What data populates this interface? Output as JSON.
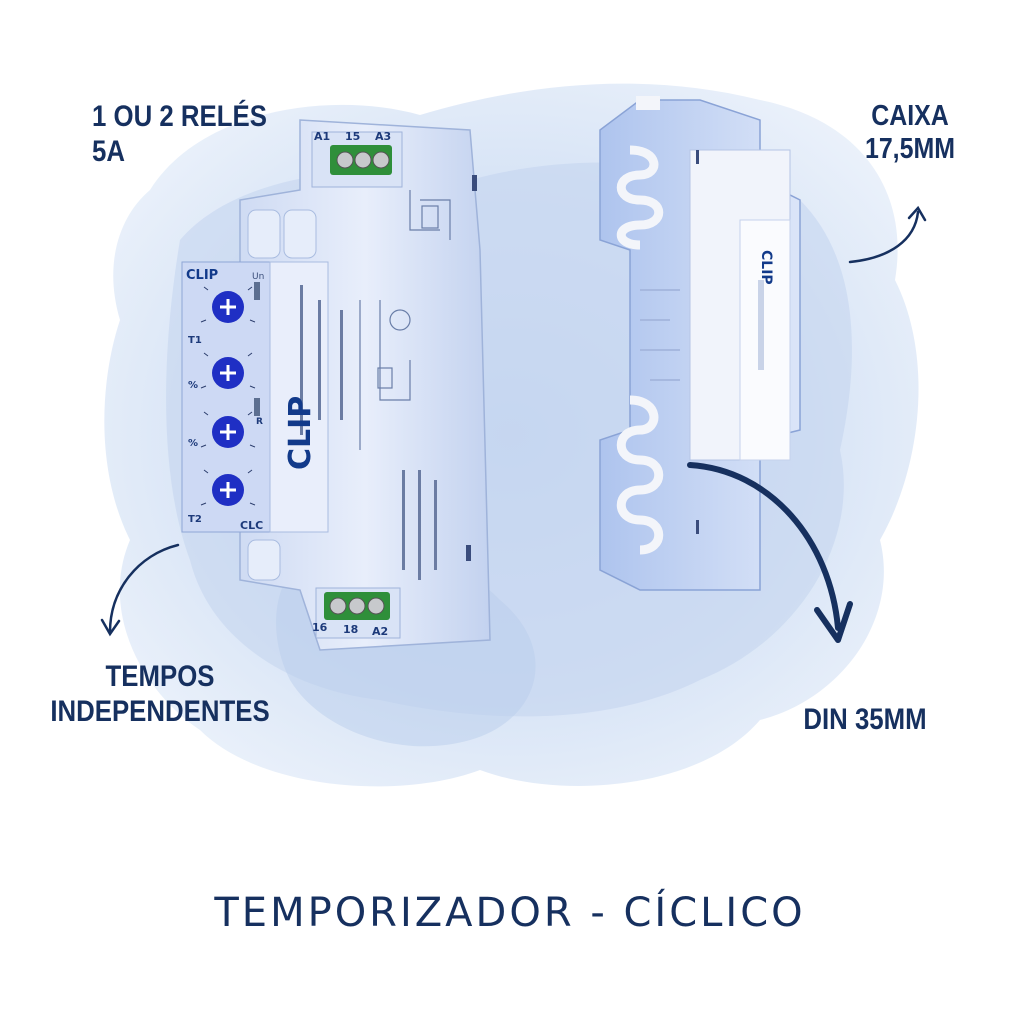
{
  "labels": {
    "relays": "1 OU 2  RELÉS 5A",
    "caixa_line1": "CAIXA",
    "caixa_line2": "17,5MM",
    "tempos_line1": "TEMPOS",
    "tempos_line2": "INDEPENDENTES",
    "din": "DIN 35MM"
  },
  "title": "TEMPORIZADOR - CÍCLICO",
  "front_device": {
    "brand": "CLIP",
    "model": "CLC",
    "top_terminals": [
      "A1",
      "15",
      "A3"
    ],
    "bottom_terminals": [
      "16",
      "18",
      "A2"
    ],
    "knob_labels": [
      "T1",
      "%",
      "%",
      "T2"
    ],
    "indicator": "Un",
    "indicator_r": "R"
  },
  "side_device": {
    "brand": "CLIP"
  },
  "colors": {
    "navy": "#16305f",
    "watercolor": "#c9d9f1",
    "device_body": "#dde6f7",
    "front_panel": "#cfdcf5",
    "knob": "#1f2fc4",
    "terminal": "#2f8f3a"
  },
  "icons": [
    "curved-arrow-icon",
    "curved-arrow-icon",
    "curved-arrow-icon"
  ]
}
